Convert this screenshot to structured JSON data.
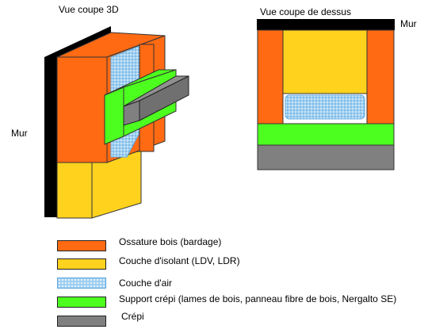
{
  "views": {
    "three_d_title": "Vue coupe 3D",
    "top_title": "Vue coupe de dessus",
    "wall_label_3d": "Mur",
    "wall_label_top": "Mur"
  },
  "colors": {
    "ossature": "#ff6a13",
    "isolant": "#ffd21e",
    "air": "#9fcff0",
    "support": "#4dff1f",
    "crepi": "#808080",
    "mur": "#000000"
  },
  "legend": [
    {
      "key": "ossature",
      "label": "Ossature bois (bardage)"
    },
    {
      "key": "isolant",
      "label": "Couche d'isolant (LDV, LDR)"
    },
    {
      "key": "air",
      "label": "Couche d'air"
    },
    {
      "key": "support",
      "label": "Support crépi (lames de bois, panneau fibre de bois, Nergalto SE)"
    },
    {
      "key": "crepi",
      "label": "Crépi"
    }
  ]
}
